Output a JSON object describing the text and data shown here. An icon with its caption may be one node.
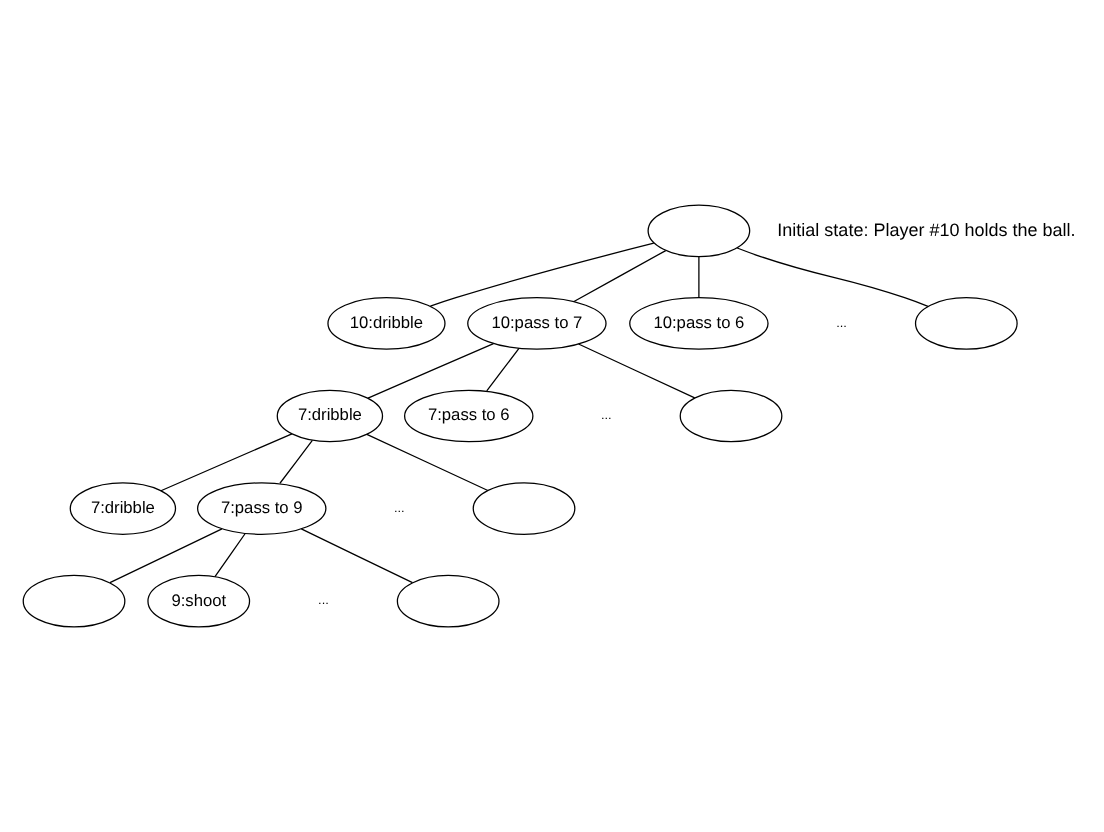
{
  "diagram": {
    "nodes": [
      {
        "text": [],
        "shape": "ellipse",
        "beside": [
          "Initial state: Player #10 holds the ball."
        ]
      },
      {
        "text": [
          "10:dribble"
        ]
      },
      {
        "text": [
          "10:pass to 7"
        ]
      },
      {
        "text": [
          "10:pass to 6"
        ]
      },
      {
        "text": [],
        "shape": "ellipse"
      },
      {
        "text": [
          "7:dribble"
        ]
      },
      {
        "text": [
          "7:pass to 6"
        ]
      },
      {
        "text": [],
        "shape": "ellipse"
      },
      {
        "text": [
          "7:dribble"
        ]
      },
      {
        "text": [
          "7:pass to 9"
        ]
      },
      {
        "text": [],
        "shape": "ellipse"
      },
      {
        "text": [],
        "shape": "ellipse"
      },
      {
        "text": [
          "9:shoot"
        ]
      },
      {
        "text": [],
        "shape": "ellipse"
      }
    ],
    "edges": [
      {
        "from": 0,
        "to": 1,
        "arrow": "none"
      },
      {
        "from": 0,
        "to": 2,
        "arrow": "none"
      },
      {
        "from": 0,
        "to": 3,
        "arrow": "none"
      },
      {
        "from": 0,
        "to": 4,
        "arrow": "none"
      },
      {
        "from": 2,
        "to": 5,
        "arrow": "none"
      },
      {
        "from": 2,
        "to": 6,
        "arrow": "none"
      },
      {
        "from": 2,
        "to": 7,
        "arrow": "none"
      },
      {
        "from": 5,
        "to": 8,
        "arrow": "none"
      },
      {
        "from": 5,
        "to": 9,
        "arrow": "none"
      },
      {
        "from": 5,
        "to": 10,
        "arrow": "none"
      },
      {
        "from": 9,
        "to": 11,
        "arrow": "none"
      },
      {
        "from": 9,
        "to": 12,
        "arrow": "none"
      },
      {
        "from": 9,
        "to": 13,
        "arrow": "none"
      }
    ],
    "labels": [
      "...",
      "...",
      "...",
      "..."
    ]
  }
}
